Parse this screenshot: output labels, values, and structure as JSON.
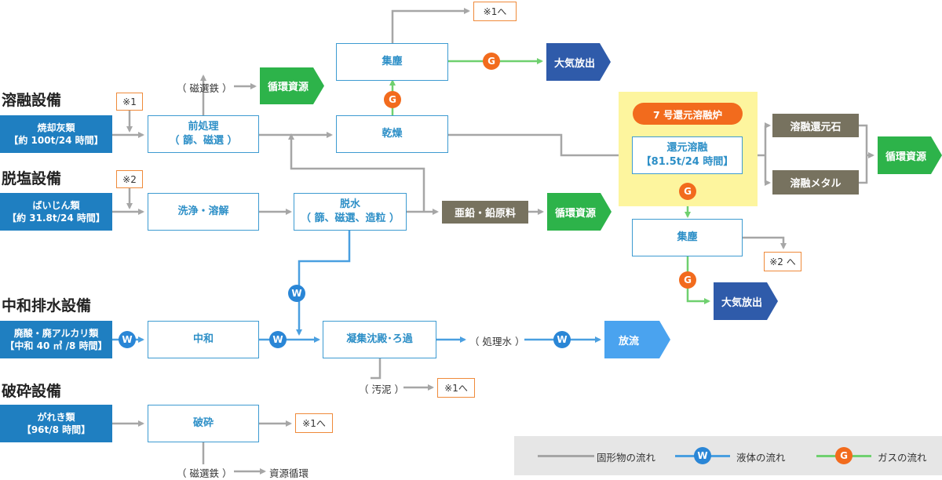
{
  "sections": {
    "melting": "溶融設備",
    "desalt": "脱塩設備",
    "neutral": "中和排水設備",
    "crush": "破砕設備"
  },
  "sources": {
    "ash": {
      "line1": "焼却灰類",
      "line2": "【約 100t/24 時間】"
    },
    "dust": {
      "line1": "ばいじん類",
      "line2": "【約 31.8t/24 時間】"
    },
    "acid": {
      "line1": "廃酸・廃アルカリ類",
      "line2": "【中和 40 ㎥ /8 時間】"
    },
    "rubble": {
      "line1": "がれき類",
      "line2": "【96t/8 時間】"
    }
  },
  "process": {
    "pretreat": {
      "line1": "前処理",
      "line2": "（ 篩、磁選 ）"
    },
    "wash": "洗浄・溶解",
    "dewater": {
      "line1": "脱水",
      "line2": "（ 篩、磁選、造粒 ）"
    },
    "neutralize": "中和",
    "coag": "凝集沈殿･ろ過",
    "crush": "破砕",
    "dust1": "集塵",
    "dry": "乾燥",
    "reduce": {
      "line1": "還元溶融",
      "line2": "【81.5t/24 時間】"
    },
    "dust2": "集塵"
  },
  "furnace_label": "7 号還元溶融炉",
  "outputs": {
    "recycle1": "循環資源",
    "recycle2": "循環資源",
    "recycle3": "循環資源",
    "air1": "大気放出",
    "air2": "大気放出",
    "discharge": "放流"
  },
  "products": {
    "zinc": "亜鉛・鉛原料",
    "stone": "溶融還元石",
    "metal": "溶融メタル"
  },
  "notes": {
    "n_top": "※1へ",
    "n_ash": "※1",
    "n_dust": "※2",
    "n_dust2": "※2 へ",
    "n_sludge": "※1へ",
    "n_crush": "※1へ"
  },
  "texts": {
    "mag1": "（ 磁選鉄 ）",
    "water": "（ 処理水 ）",
    "sludge": "（ 汚泥 ）",
    "mag2": "（ 磁選鉄 ）",
    "resource": "資源循環"
  },
  "badges": {
    "w": "W",
    "g": "G"
  },
  "legend": {
    "solid": "固形物の流れ",
    "liquid": "液体の流れ",
    "gas": "ガスの流れ"
  },
  "colors": {
    "solid": "#a6a6a6",
    "liquid": "#4a9fe0",
    "gas": "#6fd06f",
    "source": "#1f7fc1",
    "recycle": "#2db34a",
    "air": "#2f5baa",
    "discharge": "#4aa3ef",
    "product": "#77725f",
    "badge_w": "#2a86d6",
    "badge_g": "#f26b1d",
    "note_border": "#ef8a3a",
    "highlight": "#fdf59e"
  }
}
